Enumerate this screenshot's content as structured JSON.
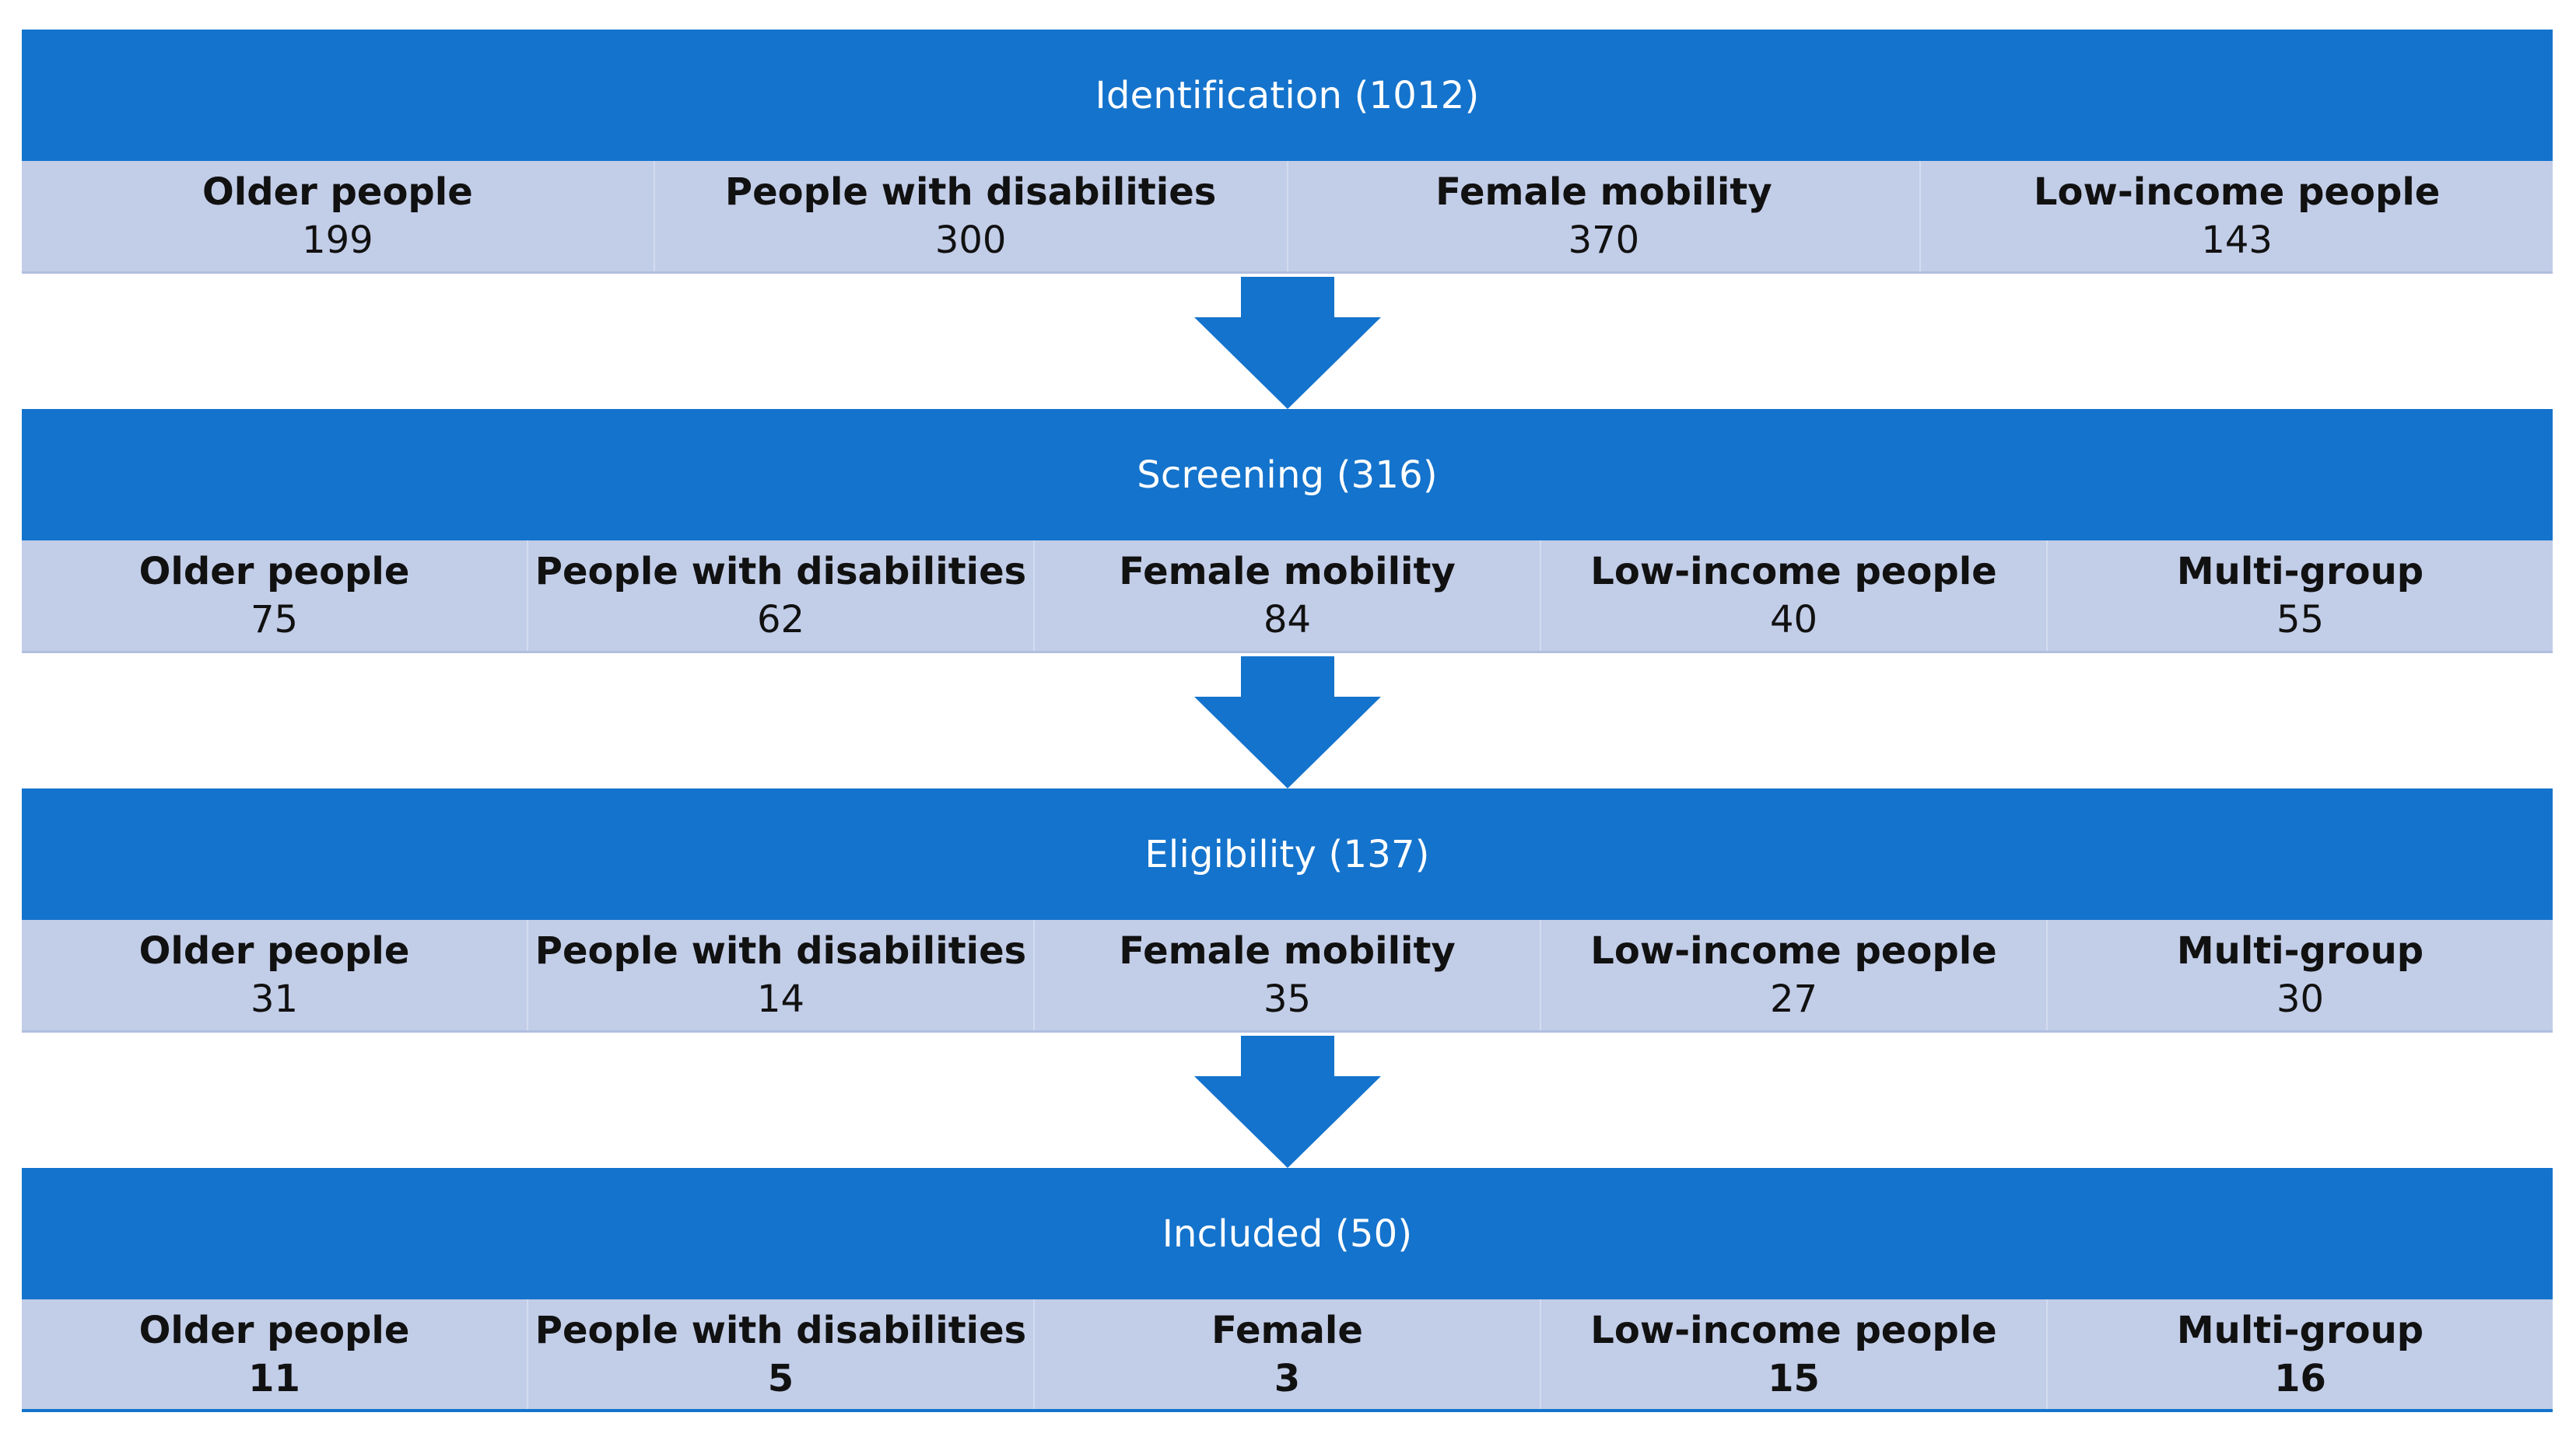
{
  "stages": [
    {
      "title": "Identification (1012)",
      "groups": [
        {
          "label": "Older people",
          "count": "199"
        },
        {
          "label": "People with disabilities",
          "count": "300"
        },
        {
          "label": "Female mobility",
          "count": "370"
        },
        {
          "label": "Low-income people",
          "count": "143"
        }
      ]
    },
    {
      "title": "Screening (316)",
      "groups": [
        {
          "label": "Older people",
          "count": "75"
        },
        {
          "label": "People with disabilities",
          "count": "62"
        },
        {
          "label": "Female mobility",
          "count": "84"
        },
        {
          "label": "Low-income people",
          "count": "40"
        },
        {
          "label": "Multi-group",
          "count": "55"
        }
      ]
    },
    {
      "title": "Eligibility (137)",
      "groups": [
        {
          "label": "Older people",
          "count": "31"
        },
        {
          "label": "People with disabilities",
          "count": "14"
        },
        {
          "label": "Female mobility",
          "count": "35"
        },
        {
          "label": "Low-income people",
          "count": "27"
        },
        {
          "label": "Multi-group",
          "count": "30"
        }
      ]
    },
    {
      "title": "Included (50)",
      "groups": [
        {
          "label": "Older people",
          "count": "11"
        },
        {
          "label": "People with disabilities",
          "count": "5"
        },
        {
          "label": "Female",
          "count": "3"
        },
        {
          "label": "Low-income people",
          "count": "15"
        },
        {
          "label": "Multi-group",
          "count": "16"
        }
      ]
    }
  ],
  "colors": {
    "header_blue": "#1473cc",
    "row_lavender": "#c2cde8",
    "arrow_blue": "#1473cc"
  },
  "icons": {
    "connector": "down-arrow-icon"
  }
}
